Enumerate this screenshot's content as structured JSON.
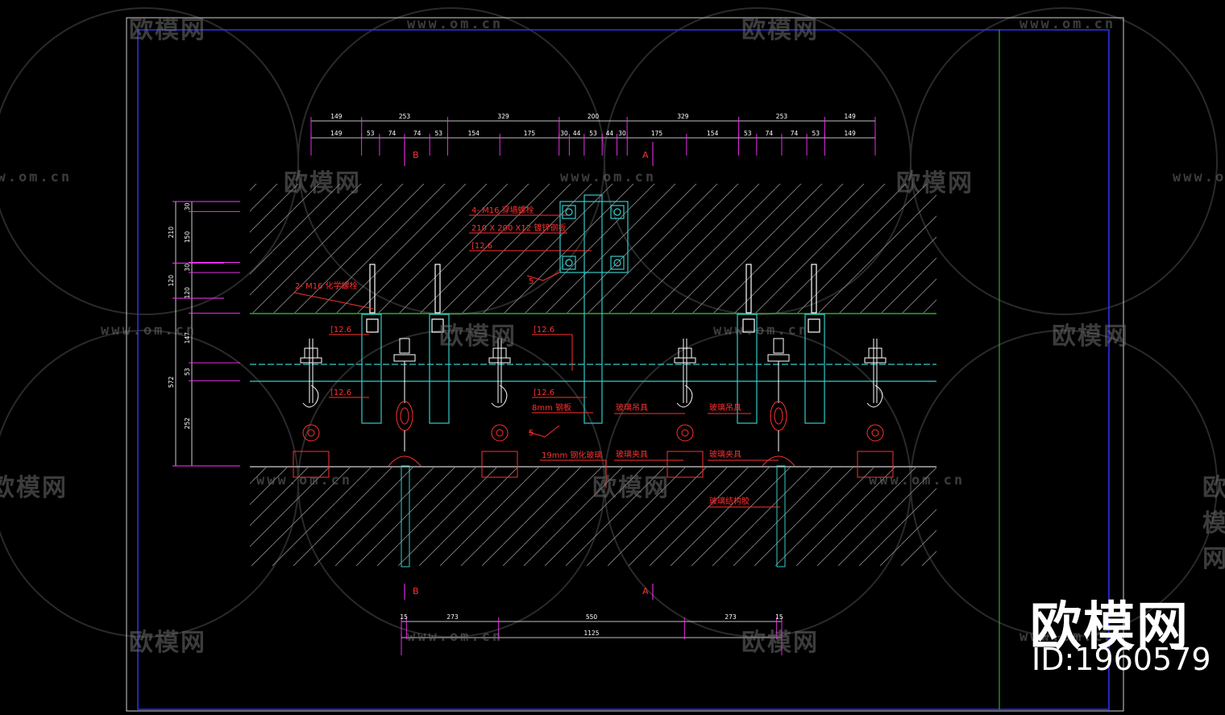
{
  "watermark": {
    "logo_text": "欧模网",
    "url_text": "www.om.cn",
    "brand_big": "欧模网",
    "brand_id": "ID:1960579"
  },
  "top_dims_row1": [
    "149",
    "253",
    "329",
    "200",
    "329",
    "253",
    "149"
  ],
  "top_dims_row2": [
    "149",
    "53",
    "74",
    "74",
    "53",
    "154",
    "175",
    "30",
    "44",
    "53",
    "44",
    "30",
    "175",
    "154",
    "53",
    "74",
    "74",
    "53",
    "149"
  ],
  "left_dims_outer": [
    "210",
    "120",
    "572"
  ],
  "left_dims_inner": [
    "30",
    "150",
    "30",
    "120",
    "147",
    "53",
    "252"
  ],
  "bottom_dims_row1": [
    "15",
    "273",
    "550",
    "273",
    "15"
  ],
  "bottom_dims_row2": [
    "1125"
  ],
  "section_marks": {
    "b_top": "B",
    "a_top": "A",
    "b_bottom": "B",
    "a_bottom": "A"
  },
  "labels": {
    "bolts4": "4- M16 穿墙螺栓",
    "plate": "210 X 200 X12 镀锌钢板",
    "c126_top": "[12.6",
    "weld5_top": "5",
    "chem_bolt": "2- M16 化学螺栓",
    "c126_left1": "[12.6",
    "c126_mid": "[12.6",
    "c126_left2": "[12.6",
    "c126_low": "[12.6",
    "steel8": "8mm 钢板",
    "weld5_low": "5",
    "glass19": "19mm 钢化玻璃",
    "hanger1": "玻璃吊具",
    "hanger2": "玻璃吊具",
    "clamp1": "玻璃夹具",
    "clamp2": "玻璃夹具",
    "adhesive": "玻璃结构胶"
  }
}
